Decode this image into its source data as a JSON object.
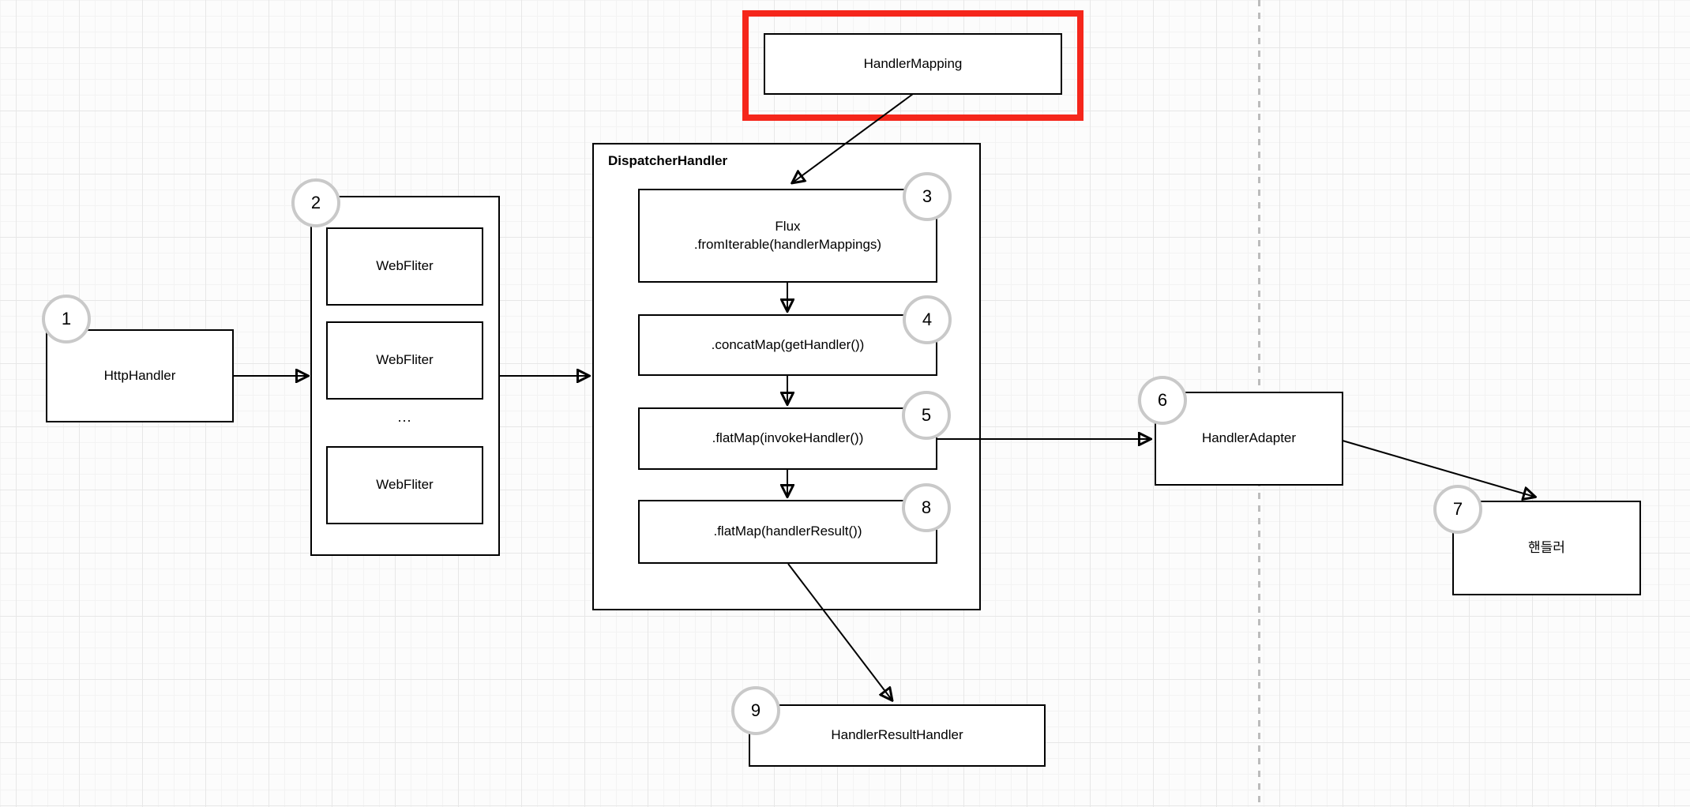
{
  "diagram": {
    "highlight_color": "#f5261b",
    "nodes": {
      "handler_mapping": {
        "label": "HandlerMapping"
      },
      "http_handler": {
        "label": "HttpHandler",
        "badge": "1"
      },
      "web_filter_group": {
        "badge": "2",
        "filters": [
          "WebFliter",
          "WebFliter",
          "WebFliter"
        ],
        "ellipsis": "..."
      },
      "dispatcher_handler": {
        "title": "DispatcherHandler"
      },
      "flux_from_iterable": {
        "line1": "Flux",
        "line2": ".fromIterable(handlerMappings)",
        "badge": "3"
      },
      "concat_map": {
        "label": ".concatMap(getHandler())",
        "badge": "4"
      },
      "flat_map_invoke": {
        "label": ".flatMap(invokeHandler())",
        "badge": "5"
      },
      "flat_map_result": {
        "label": ".flatMap(handlerResult())",
        "badge": "8"
      },
      "handler_adapter": {
        "label": "HandlerAdapter",
        "badge": "6"
      },
      "handler": {
        "label": "핸들러",
        "badge": "7"
      },
      "handler_result_handler": {
        "label": "HandlerResultHandler",
        "badge": "9"
      }
    }
  }
}
